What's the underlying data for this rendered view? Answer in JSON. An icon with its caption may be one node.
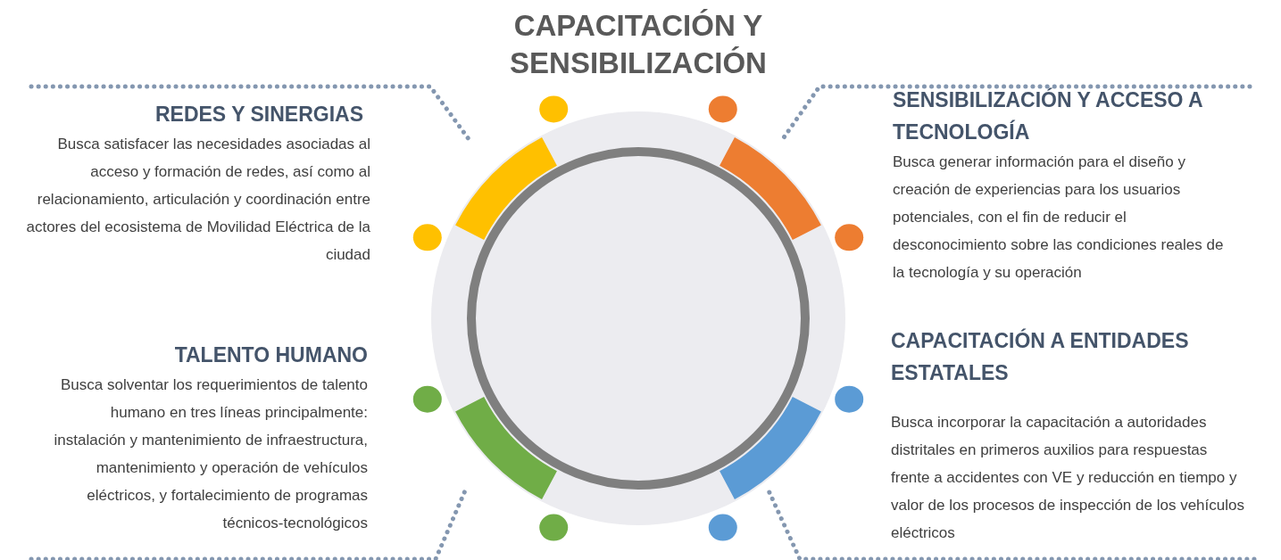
{
  "diagram": {
    "title": "CAPACITACIÓN Y SENSIBILIZACIÓN",
    "nodes": [
      {
        "text": [
          "REDES Y SINERGIAS",
          "Busca satisfacer las necesidades asociadas al acceso y formación de redes, así como al relacionamiento, articulación y coordinación entre actores del ecosistema de Movilidad Eléctrica de la ciudad"
        ]
      },
      {
        "text": [
          "SENSIBILIZACIÓN Y ACCESO A TECNOLOGÍA",
          "Busca generar información para el diseño y creación de experiencias para los usuarios potenciales, con el fin de reducir el desconocimiento sobre las condiciones reales de la tecnología y su operación"
        ]
      },
      {
        "text": [
          "TALENTO HUMANO",
          "Busca solventar los requerimientos de talento humano en tres líneas principalmente: instalación y mantenimiento de infraestructura, mantenimiento y operación de vehículos eléctricos, y fortalecimiento de programas técnicos-tecnológicos"
        ]
      },
      {
        "text": [
          "CAPACITACIÓN A ENTIDADES ESTATALES",
          "Busca incorporar la capacitación a autoridades distritales en primeros auxilios para respuestas frente a accidentes con VE y reducción en tiempo y valor de los procesos de inspección de los vehículos eléctricos"
        ]
      },
      {
        "text": [],
        "shape": "bar"
      },
      {
        "text": [],
        "shape": "bar"
      },
      {
        "text": [],
        "shape": "bar"
      },
      {
        "text": [],
        "shape": "bar"
      }
    ],
    "edges": [
      {
        "from": 0,
        "to": 4,
        "arrow": "none",
        "style": "dashed"
      },
      {
        "from": 1,
        "to": 5,
        "arrow": "none",
        "style": "dashed"
      },
      {
        "from": 2,
        "to": 6,
        "arrow": "none",
        "style": "dashed"
      },
      {
        "from": 3,
        "to": 7,
        "arrow": "none",
        "style": "dashed"
      }
    ]
  }
}
